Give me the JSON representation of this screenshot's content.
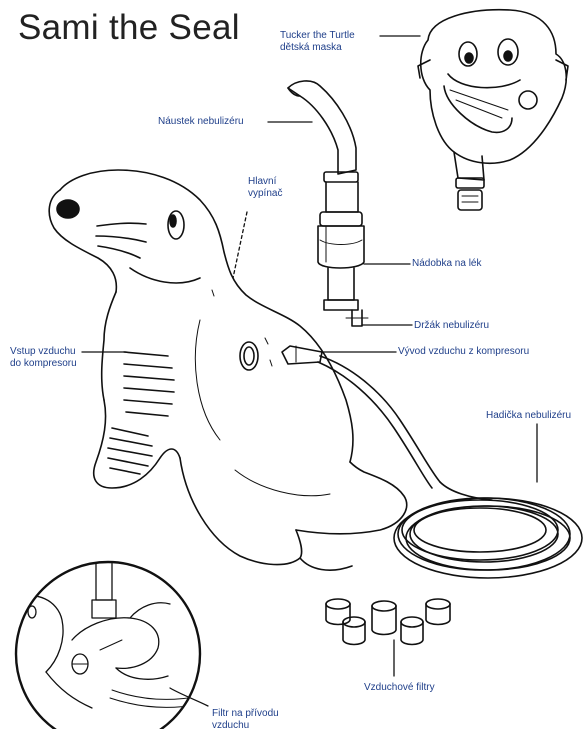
{
  "title": "Sami the Seal",
  "labels": {
    "mask_line1": "Tucker the Turtle",
    "mask_line2": "dětská maska",
    "mouthpiece": "Náustek nebulizéru",
    "main_switch_line1": "Hlavní",
    "main_switch_line2": "vypínač",
    "medicine_cup": "Nádobka na lék",
    "holder": "Držák nebulizéru",
    "air_outlet": "Vývod vzduchu z kompresoru",
    "air_inlet_line1": "Vstup vzduchu",
    "air_inlet_line2": "do kompresoru",
    "tubing": "Hadička nebulizéru",
    "air_filters": "Vzduchové filtry",
    "inlet_filter_line1": "Filtr na přívodu",
    "inlet_filter_line2": "vzduchu"
  },
  "colors": {
    "label_text": "#1f3f8a",
    "line": "#111111"
  }
}
